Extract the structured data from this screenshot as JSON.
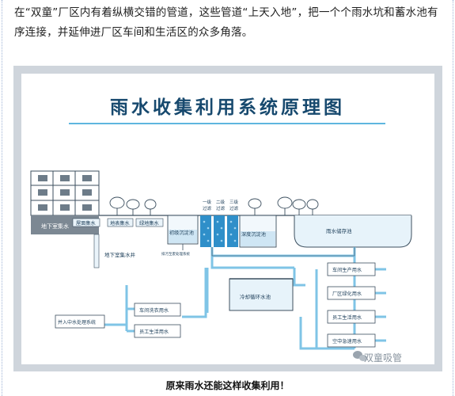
{
  "intro_text": "在“双童”厂区内有着纵横交错的管道，这些管道“上天入地”，把一个个雨水坑和蓄水池有序连接，并延伸进厂区车间和生活区的众多角落。",
  "diagram": {
    "title": "雨水收集利用系统原理图",
    "labels": {
      "basement": "地下室集水",
      "roof": "屋面集水",
      "ground": "地表集水",
      "greenbelt": "绿地集水",
      "well": "地下室集水井",
      "first_tank": "初级沉淀池",
      "filter1": "一级\n过滤",
      "filter2": "二级\n过滤",
      "filter3": "三级\n过滤",
      "deep_tank": "深度沉淀池",
      "storage_pool": "雨水储存池",
      "discharge": "排污至废处理系统",
      "cooling": "冷却循环水池",
      "prod_water": "车间生产用水",
      "green_water": "厂区绿化用水",
      "staff_water": "员工生活用水",
      "ac_water": "空中急速用水",
      "wash_water": "车间洗衣用水",
      "life_water": "员工生活用水",
      "reclaimed": "并入中水处理系统"
    }
  },
  "watermark": "双童吸管",
  "caption": "原来雨水还能这样收集利用！",
  "colors": {
    "pipe": "#7fc4e6",
    "title": "#17496e",
    "rule": "#5eb6df",
    "frame": "#cfd5dc"
  }
}
